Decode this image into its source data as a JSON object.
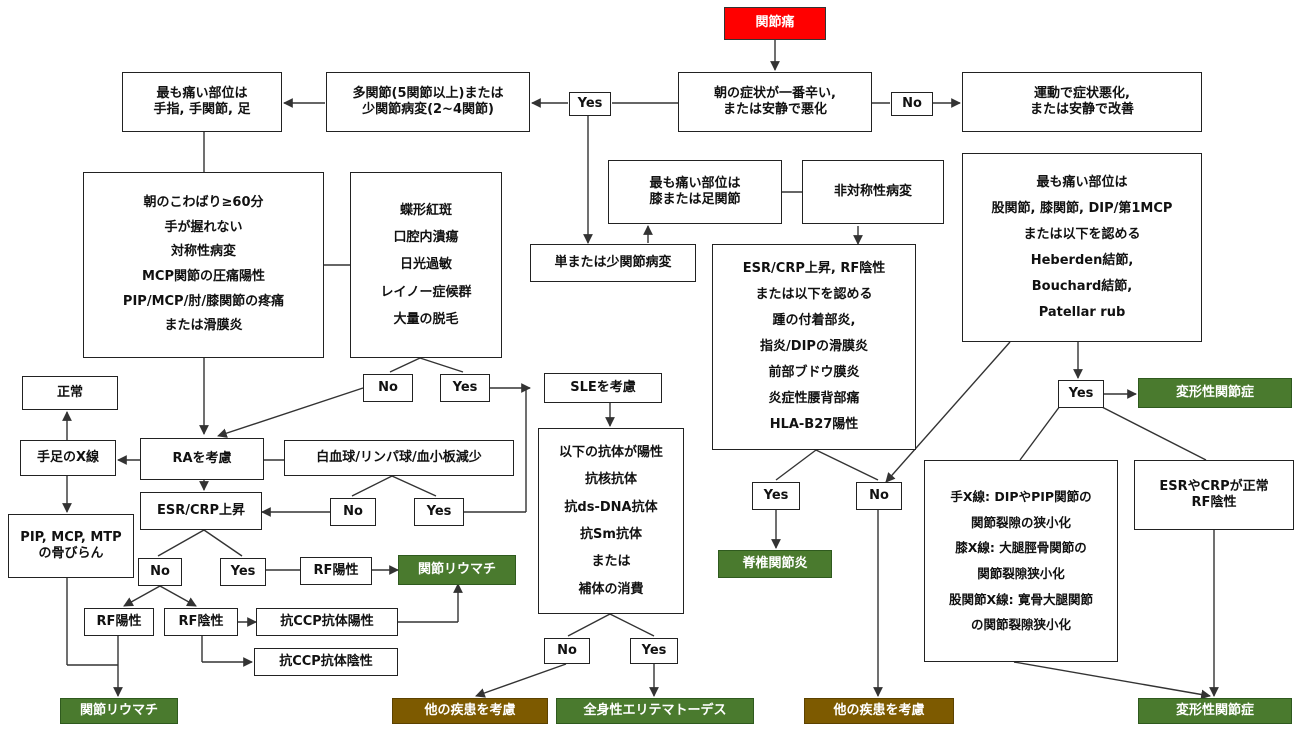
{
  "colors": {
    "start": "#ff0000",
    "ra_outcome": "#4a7a2e",
    "other": "#7d5a00",
    "line": "#333333"
  },
  "nodes": {
    "joint_pain": "関節痛",
    "morning_worst": [
      "朝の症状が一番辛い,",
      "または安静で悪化"
    ],
    "exercise_worse": [
      "運動で症状悪化,",
      "または安静で改善"
    ],
    "poly_oligo": [
      "多関節(5関節以上)または",
      "少関節病変(2~4関節)"
    ],
    "most_painful_hand": [
      "最も痛い部位は",
      "手指, 手関節, 足"
    ],
    "ra_criteria": [
      "朝のこわばり≥60分",
      "手が握れない",
      "対称性病変",
      "MCP関節の圧痛陽性",
      "PIP/MCP/肘/膝関節の疼痛",
      "または滑膜炎"
    ],
    "sle_signs": [
      "蝶形紅斑",
      "口腔内潰瘍",
      "日光過敏",
      "レイノー症候群",
      "大量の脱毛"
    ],
    "most_painful_knee": [
      "最も痛い部位は",
      "膝または足関節"
    ],
    "mono_oligo": "単または少関節病変",
    "asymmetric": "非対称性病変",
    "spa_criteria": [
      "ESR/CRP上昇, RF陰性",
      "または以下を認める",
      "踵の付着部炎,",
      "指炎/DIPの滑膜炎",
      "前部ブドウ膜炎",
      "炎症性腰背部痛",
      "HLA-B27陽性"
    ],
    "oa_criteria": [
      "最も痛い部位は",
      "股関節, 膝関節, DIP/第1MCP",
      "または以下を認める",
      "Heberden結節,",
      "Bouchard結節,",
      "Patellar rub"
    ],
    "normal": "正常",
    "hand_foot_xray": "手足のX線",
    "erosion": [
      "PIP, MCP, MTP",
      "の骨びらん"
    ],
    "consider_ra": "RAを考慮",
    "cytopenia": "白血球/リンパ球/血小板減少",
    "esr_crp": "ESR/CRP上昇",
    "rf_pos_top": "RF陽性",
    "rf_pos_bottom": "RF陽性",
    "rf_neg": "RF陰性",
    "ccp_pos": "抗CCP抗体陽性",
    "ccp_neg": "抗CCP抗体陰性",
    "ra_outcome_1": "関節リウマチ",
    "ra_outcome_2": "関節リウマチ",
    "consider_sle": "SLEを考慮",
    "antibodies": [
      "以下の抗体が陽性",
      "抗核抗体",
      "抗ds-DNA抗体",
      "抗Sm抗体",
      "または",
      "補体の消費"
    ],
    "other_disease_1": "他の疾患を考慮",
    "sle_outcome": "全身性エリテマトーデス",
    "spa_outcome": "脊椎関節炎",
    "other_disease_2": "他の疾患を考慮",
    "oa_outcome_1": "変形性関節症",
    "xray_findings": [
      "手X線: DIPやPIP関節の",
      "関節裂隙の狭小化",
      "膝X線: 大腿脛骨関節の",
      "関節裂隙狭小化",
      "股関節X線: 寛骨大腿関節",
      "の関節裂隙狭小化"
    ],
    "esr_normal": [
      "ESRやCRPが正常",
      "RF陰性"
    ],
    "oa_outcome_2": "変形性関節症"
  },
  "labels": {
    "yes_top": "Yes",
    "no_top": "No",
    "no_sle": "No",
    "yes_sle": "Yes",
    "no_cyto": "No",
    "yes_cyto": "Yes",
    "no_esr": "No",
    "yes_esr": "Yes",
    "yes_spa": "Yes",
    "no_spa": "No",
    "yes_oa": "Yes",
    "no_ab": "No",
    "yes_ab": "Yes"
  }
}
